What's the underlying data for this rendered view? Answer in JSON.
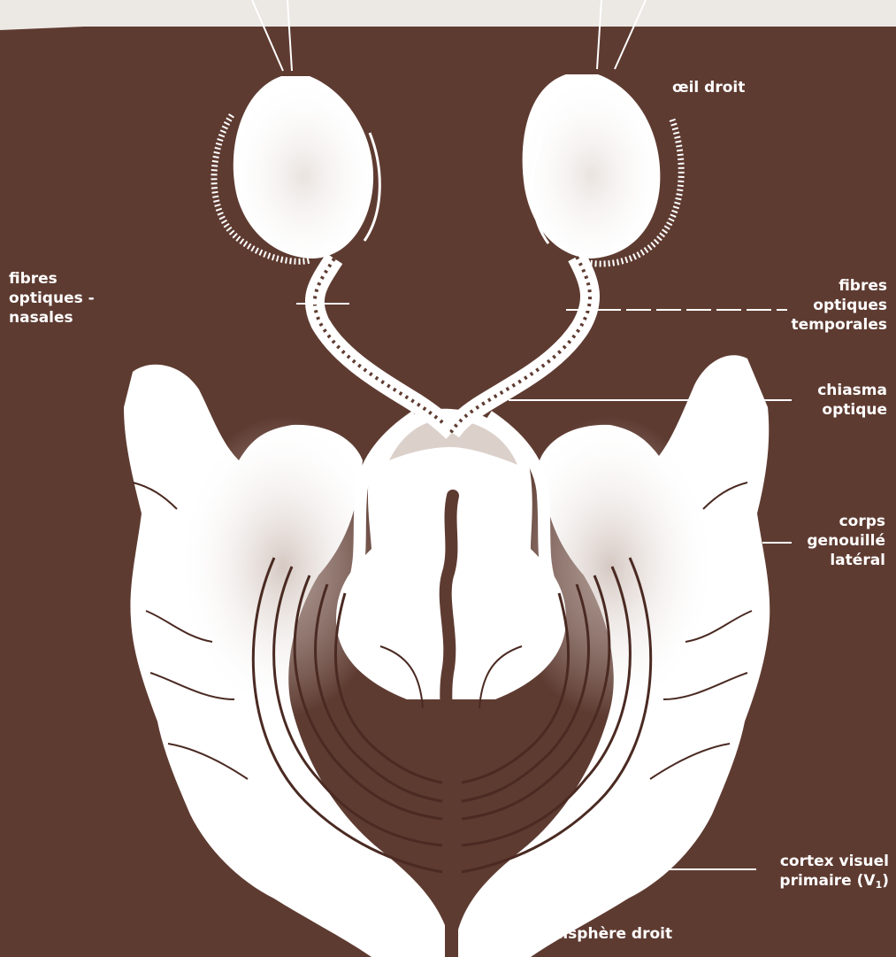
{
  "colors": {
    "background": "#5e3b31",
    "tissue": "#ffffff",
    "stroke": "#4a2a22",
    "text": "#ffffff",
    "margin": "#ece8e4"
  },
  "labels": {
    "oeil_droit": "œil droit",
    "fibres_nasales": [
      "fibres",
      "optiques -",
      "nasales"
    ],
    "fibres_temporales": [
      "fibres",
      "optiques",
      "temporales"
    ],
    "chiasma": [
      "chiasma",
      "optique"
    ],
    "corps_genouille": [
      "corps",
      "genouillé",
      "latéral"
    ],
    "cortex": {
      "line1": "cortex visuel",
      "line2_main": "primaire (V",
      "line2_sub": "1",
      "line2_end": ")"
    },
    "hemisphere": "hémisphère droit"
  }
}
